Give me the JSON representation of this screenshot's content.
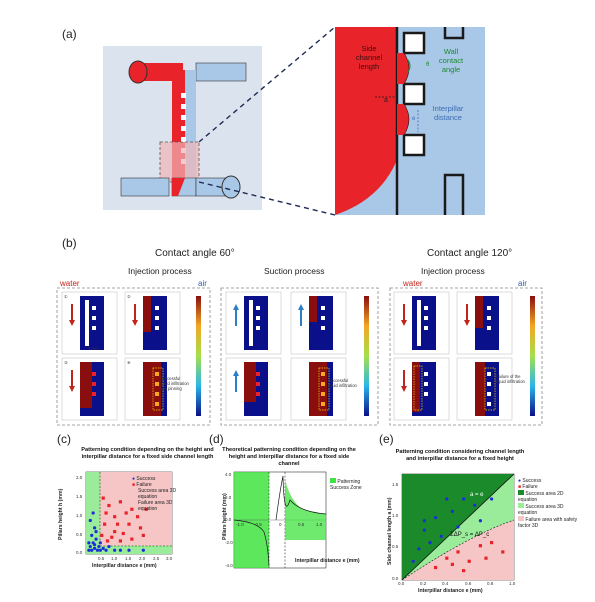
{
  "figure": {
    "panels": {
      "a": "(a)",
      "b": "(b)",
      "c": "(c)",
      "d": "(d)",
      "e": "(e)"
    },
    "a_zoom_labels": {
      "side_channel_length": "Side channel length",
      "wall_contact_angle": "Wall contact angle",
      "interpillar_distance": "Interpillar distance",
      "a_symbol": "a",
      "theta_symbol": "θ",
      "e_symbol": "e"
    },
    "b": {
      "headers": [
        "Contact angle 60°",
        "",
        "Contact angle 120°"
      ],
      "subheaders": [
        "Injection process",
        "Suction process",
        "Injection process"
      ],
      "water_label": "water",
      "air_label": "air",
      "time_label": "0 ms",
      "step_numbers": [
        "①",
        "②",
        "③",
        "④"
      ],
      "notes": {
        "inj60": "Successful liquid infiltration and pinning",
        "suc60": "Successful liquid infiltration",
        "inj120": "Failure of the liquid infiltration"
      }
    },
    "c": {
      "title": "Patterning condition depending on the height and interpillar distance for a fixed side channel length",
      "legend": [
        "Success",
        "Failure",
        "Success area 3D equation",
        "Failure area 3D equation"
      ],
      "xlabel": "Interpillar distance e (mm)",
      "ylabel": "Pillars height h (mm)",
      "xticks": [
        "0.5",
        "1.0",
        "1.5",
        "2.0",
        "2.5",
        "3.0"
      ],
      "yticks": [
        "0.0",
        "0.5",
        "1.0",
        "1.5",
        "2.0"
      ]
    },
    "d": {
      "title": "Theoretical patterning condition depending on the height and interpillar distance for a fixed side channel",
      "legend": [
        "Patterning Success Zone"
      ],
      "xlabel": "Interpillar distance e (mm)",
      "ylabel": "Pillars height (mm)",
      "xticks": [
        "-1.0",
        "-0.5",
        "0",
        "0.5",
        "1.0"
      ],
      "yticks": [
        "4.0",
        "2.0",
        "0.0",
        "-2.0",
        "-4.0"
      ]
    },
    "e": {
      "title": "Patterning condition considering channel length and interpillar distance for a fixed height",
      "legend": [
        "Success",
        "Failure",
        "Success area 2D equation",
        "Success area 3D equation",
        "Failure area with safety factor 3D"
      ],
      "xlabel": "Interpillar distance e (mm)",
      "ylabel": "Side channel length a (mm)",
      "xticks": [
        "0.0",
        "0.2",
        "0.4",
        "0.6",
        "0.8",
        "1.0"
      ],
      "yticks": [
        "0.0",
        "0.5",
        "1.0",
        "1.5"
      ],
      "ann_eq": "a = e",
      "ann_dp": "ΣΔP_s = ΔP_c"
    },
    "colors": {
      "red": "#e8232a",
      "light_blue": "#a9c8e8",
      "navy": "#0a0f8a",
      "maroon": "#8a0e0e",
      "green_dark": "#1b8a2a",
      "green_light": "#9aec9a",
      "pink": "#f6c6c6"
    }
  },
  "chart_data": [
    {
      "type": "scatter",
      "title": "Patterning condition depending on the height and interpillar distance for a fixed side channel length",
      "xlabel": "Interpillar distance e (mm)",
      "ylabel": "Pillars height h (mm)",
      "xlim": [
        0.0,
        3.0
      ],
      "ylim": [
        0.0,
        2.2
      ],
      "series": [
        {
          "name": "Success",
          "points": [
            [
              0.1,
              0.1
            ],
            [
              0.15,
              0.2
            ],
            [
              0.2,
              0.1
            ],
            [
              0.25,
              0.3
            ],
            [
              0.3,
              0.15
            ],
            [
              0.35,
              0.4
            ],
            [
              0.4,
              0.1
            ],
            [
              0.45,
              0.2
            ],
            [
              0.5,
              0.1
            ],
            [
              0.6,
              0.15
            ],
            [
              0.7,
              0.1
            ],
            [
              0.8,
              0.2
            ],
            [
              1.0,
              0.1
            ],
            [
              1.2,
              0.1
            ],
            [
              1.5,
              0.1
            ],
            [
              2.0,
              0.1
            ],
            [
              0.2,
              0.5
            ],
            [
              0.3,
              0.7
            ],
            [
              0.15,
              0.9
            ],
            [
              0.25,
              1.1
            ],
            [
              0.35,
              0.6
            ],
            [
              0.5,
              0.3
            ],
            [
              0.1,
              0.3
            ],
            [
              0.3,
              0.25
            ]
          ]
        },
        {
          "name": "Failure",
          "points": [
            [
              0.6,
              1.5
            ],
            [
              0.7,
              1.1
            ],
            [
              0.8,
              1.3
            ],
            [
              1.0,
              1.0
            ],
            [
              1.1,
              0.8
            ],
            [
              1.2,
              1.4
            ],
            [
              1.4,
              1.1
            ],
            [
              1.5,
              0.8
            ],
            [
              1.6,
              1.2
            ],
            [
              1.8,
              1.0
            ],
            [
              1.9,
              0.7
            ],
            [
              2.0,
              0.5
            ],
            [
              1.6,
              0.4
            ],
            [
              1.3,
              0.55
            ],
            [
              1.0,
              0.6
            ],
            [
              0.9,
              0.45
            ],
            [
              2.1,
              1.2
            ],
            [
              0.65,
              0.8
            ],
            [
              0.75,
              0.35
            ],
            [
              1.2,
              0.35
            ],
            [
              0.55,
              0.5
            ]
          ]
        }
      ]
    },
    {
      "type": "area",
      "title": "Theoretical patterning condition depending on the height and interpillar distance for a fixed side channel",
      "xlabel": "Interpillar distance e (mm)",
      "ylabel": "Pillars height (mm)",
      "xlim": [
        -1.2,
        1.2
      ],
      "ylim": [
        -4.0,
        4.0
      ],
      "series": [
        {
          "name": "Patterning Success Zone",
          "curve_left": [
            [
              -1.2,
              0.0
            ],
            [
              -0.6,
              -0.3
            ],
            [
              -0.35,
              -1.5
            ],
            [
              -0.28,
              -3.0
            ]
          ],
          "curve_right": [
            [
              0.25,
              3.5
            ],
            [
              0.35,
              2.0
            ],
            [
              0.6,
              1.3
            ],
            [
              1.0,
              1.0
            ],
            [
              1.2,
              0.9
            ]
          ]
        }
      ]
    },
    {
      "type": "scatter",
      "title": "Patterning condition considering channel length and interpillar distance for a fixed height",
      "xlabel": "Interpillar distance e (mm)",
      "ylabel": "Side channel length a (mm)",
      "xlim": [
        0.0,
        1.0
      ],
      "ylim": [
        0.0,
        1.7
      ],
      "series": [
        {
          "name": "Success",
          "points": [
            [
              0.1,
              0.3
            ],
            [
              0.15,
              0.5
            ],
            [
              0.2,
              0.8
            ],
            [
              0.3,
              1.0
            ],
            [
              0.25,
              0.6
            ],
            [
              0.35,
              0.7
            ],
            [
              0.45,
              1.1
            ],
            [
              0.5,
              0.85
            ],
            [
              0.55,
              1.3
            ],
            [
              0.65,
              1.2
            ],
            [
              0.8,
              1.3
            ],
            [
              0.7,
              0.95
            ],
            [
              0.2,
              0.95
            ],
            [
              0.4,
              1.3
            ]
          ]
        },
        {
          "name": "Failure",
          "points": [
            [
              0.3,
              0.2
            ],
            [
              0.4,
              0.35
            ],
            [
              0.5,
              0.45
            ],
            [
              0.6,
              0.3
            ],
            [
              0.7,
              0.55
            ],
            [
              0.8,
              0.6
            ],
            [
              0.9,
              0.45
            ],
            [
              0.55,
              0.15
            ],
            [
              0.75,
              0.35
            ],
            [
              0.45,
              0.25
            ]
          ]
        }
      ]
    }
  ]
}
